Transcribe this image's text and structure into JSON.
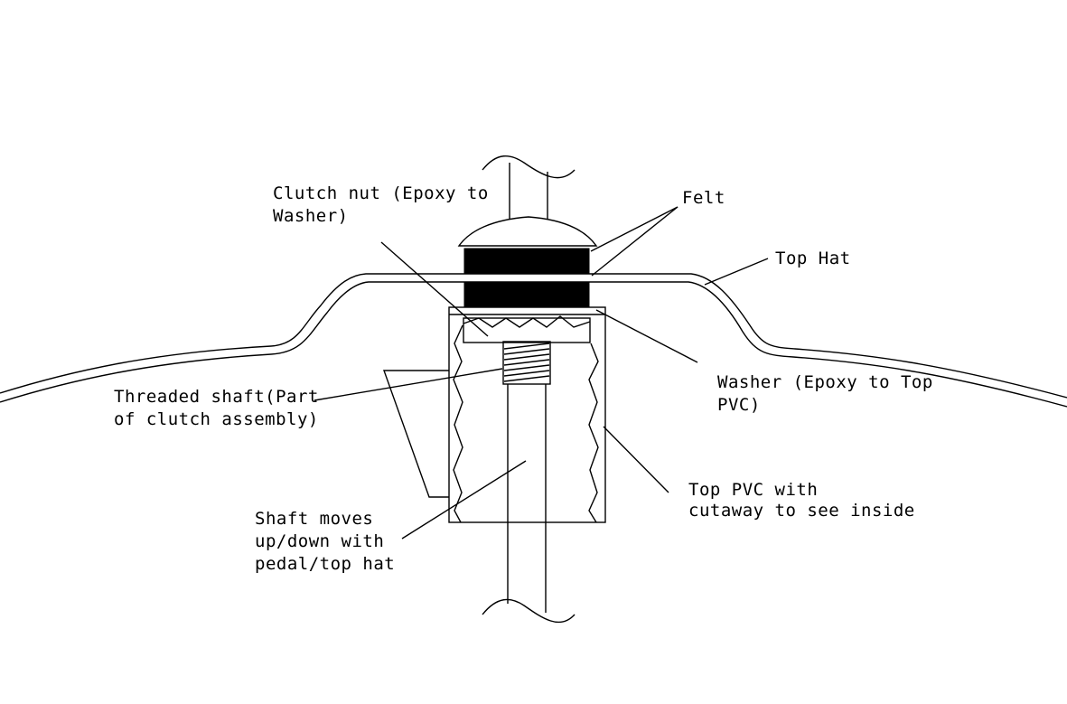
{
  "labels": {
    "clutch_nut": [
      "Clutch nut (Epoxy to",
      "Washer)"
    ],
    "felt": "Felt",
    "top_hat": "Top Hat",
    "threaded_shaft": [
      "Threaded shaft(Part",
      "of clutch assembly)"
    ],
    "washer": [
      "Washer (Epoxy to Top",
      "PVC)"
    ],
    "top_pvc": [
      "Top PVC with",
      "cutaway to see inside"
    ],
    "shaft_moves": [
      "Shaft moves",
      "up/down with",
      "pedal/top hat"
    ]
  },
  "colors": {
    "stroke": "#000000",
    "felt_fill": "#000000",
    "background": "#ffffff"
  }
}
